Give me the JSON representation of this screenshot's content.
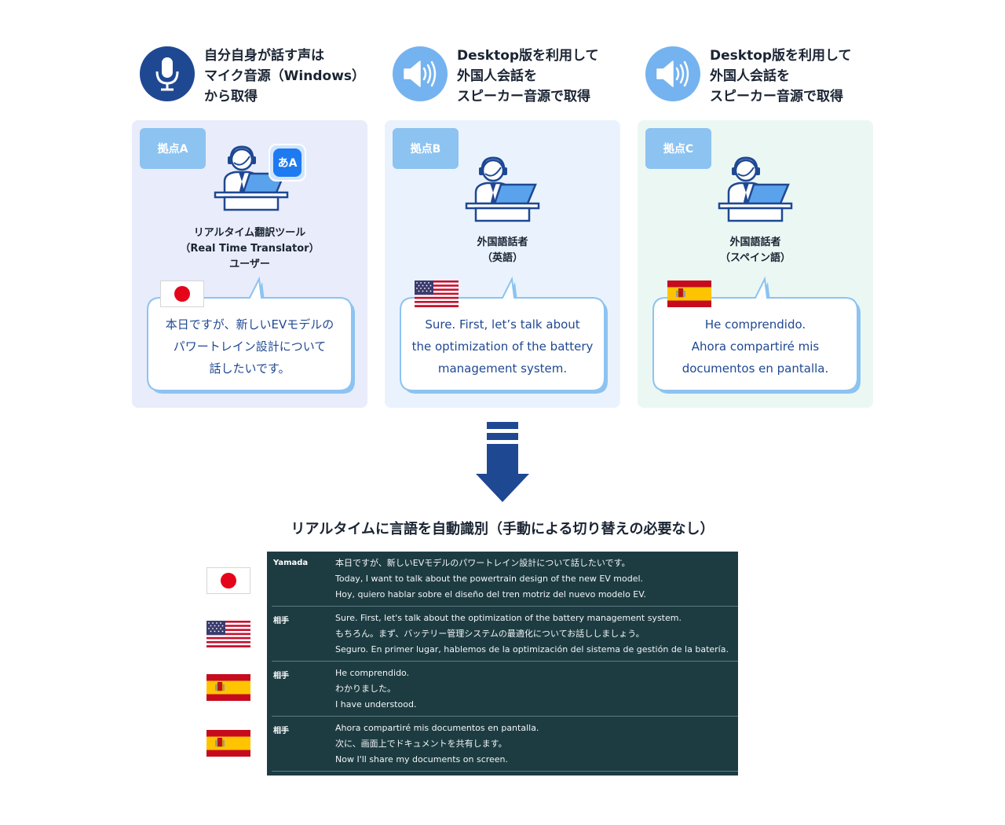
{
  "sources": [
    {
      "lines": [
        "自分自身が話す声は",
        "マイク音源（Windows）",
        "から取得"
      ],
      "icon": "microphone-icon"
    },
    {
      "lines": [
        "Desktop版を利用して",
        "外国人会話を",
        "スピーカー音源で取得"
      ],
      "icon": "speaker-icon"
    },
    {
      "lines": [
        "Desktop版を利用して",
        "外国人会話を",
        "スピーカー音源で取得"
      ],
      "icon": "speaker-icon"
    }
  ],
  "panels": [
    {
      "tag": "拠点A",
      "role": [
        "リアルタイム翻訳ツール",
        "（Real Time Translator）",
        "ユーザー"
      ],
      "speech": [
        "本日ですが、新しいEVモデルの",
        "パワートレイン設計について",
        "話したいです。"
      ],
      "flag": "japan-flag",
      "translate_badge": "あA"
    },
    {
      "tag": "拠点B",
      "role": [
        "外国語話者",
        "（英語）"
      ],
      "speech": [
        "Sure. First, let’s talk about",
        "the optimization of the battery",
        "management system."
      ],
      "flag": "usa-flag"
    },
    {
      "tag": "拠点C",
      "role": [
        "外国語話者",
        "（スペイン語）"
      ],
      "speech": [
        "He comprendido.",
        "Ahora compartiré mis",
        "documentos en pantalla."
      ],
      "flag": "spain-flag"
    }
  ],
  "auto_title": "リアルタイムに言語を自動識別（手動による切り替えの必要なし）",
  "transcript": [
    {
      "speaker": "Yamada",
      "flag": "japan-flag",
      "lines": [
        "本日ですが、新しいEVモデルのパワートレイン設計について話したいです。",
        "Today, I want to talk about the powertrain design of the new EV model.",
        "Hoy, quiero hablar sobre el diseño del tren motriz del nuevo modelo EV."
      ]
    },
    {
      "speaker": "相手",
      "flag": "usa-flag",
      "lines": [
        "Sure. First, let's talk about the optimization of the battery management system.",
        "もちろん。まず、バッテリー管理システムの最適化についてお話ししましょう。",
        "Seguro. En primer lugar, hablemos de la optimización del sistema de gestión de la batería."
      ]
    },
    {
      "speaker": "相手",
      "flag": "spain-flag",
      "lines": [
        "He comprendido.",
        "わかりました。",
        "I have understood."
      ]
    },
    {
      "speaker": "相手",
      "flag": "spain-flag",
      "lines": [
        "Ahora compartiré mis documentos en pantalla.",
        "次に、画面上でドキュメントを共有します。",
        "Now I'll share my documents on screen."
      ]
    }
  ],
  "colors": {
    "navy": "#1f4893",
    "light_blue": "#74b3ef",
    "transcript_bg": "#1d3c42",
    "panel_a": "#e9ecfa",
    "panel_b": "#eaf3fd",
    "panel_c": "#ebf7f3"
  }
}
